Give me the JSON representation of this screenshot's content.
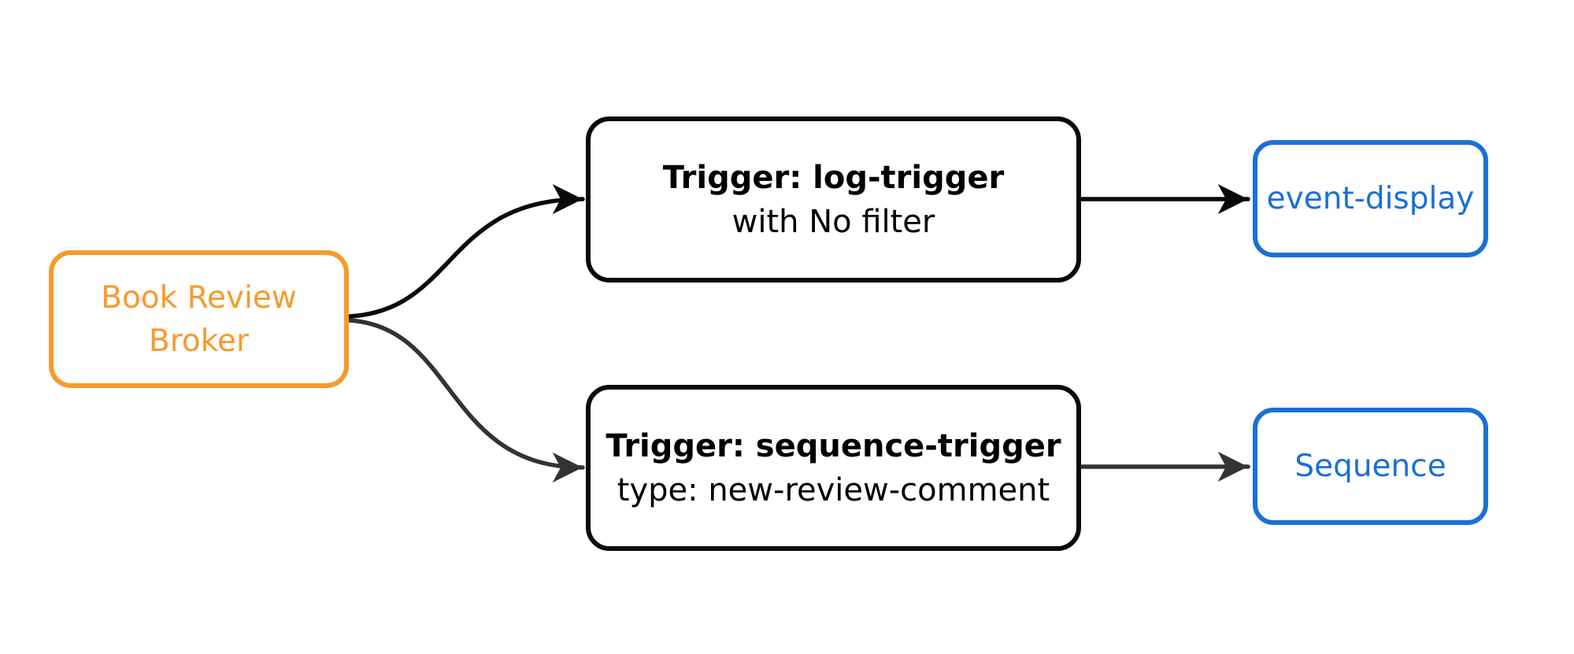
{
  "diagram": {
    "type": "flowchart",
    "direction": "left-to-right",
    "background": "#ffffff",
    "colors": {
      "broker_accent": "#f79a2b",
      "trigger_accent": "#0a0a0a",
      "component_accent": "#1a70d6",
      "edge_primary": "#0a0a0a",
      "edge_secondary": "#333333"
    },
    "nodes": [
      {
        "id": "book-review-broker",
        "role": "broker",
        "label_lines": [
          "Book Review",
          "Broker"
        ]
      },
      {
        "id": "log-trigger",
        "role": "trigger",
        "title": "Trigger: log-trigger",
        "subtitle": "with No filter"
      },
      {
        "id": "sequence-trigger",
        "role": "trigger",
        "title": "Trigger: sequence-trigger",
        "subtitle": "type: new-review-comment"
      },
      {
        "id": "event-display",
        "role": "component",
        "label": "event-display"
      },
      {
        "id": "sequence",
        "role": "component",
        "label": "Sequence"
      }
    ],
    "edges": [
      {
        "from": "book-review-broker",
        "to": "log-trigger",
        "color": "#0a0a0a"
      },
      {
        "from": "book-review-broker",
        "to": "sequence-trigger",
        "color": "#333333"
      },
      {
        "from": "log-trigger",
        "to": "event-display",
        "color": "#0a0a0a"
      },
      {
        "from": "sequence-trigger",
        "to": "sequence",
        "color": "#333333"
      }
    ]
  }
}
